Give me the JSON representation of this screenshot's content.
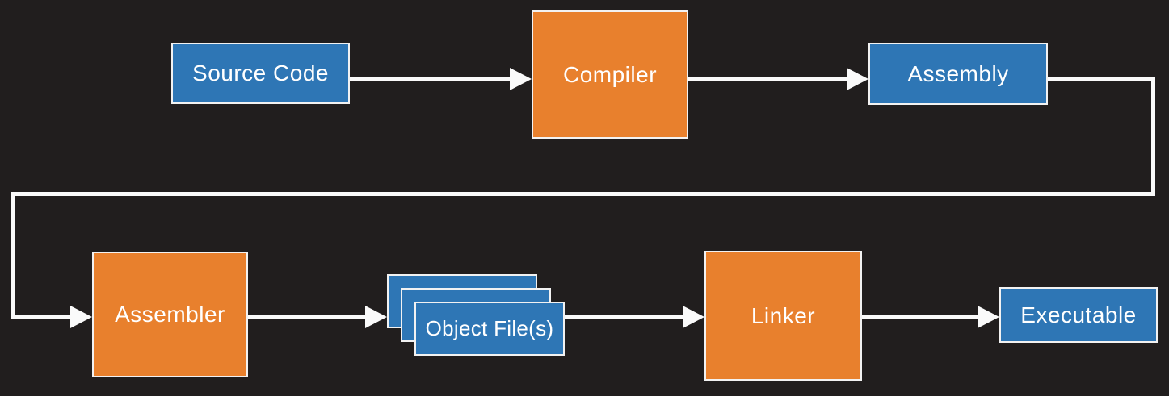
{
  "diagram": {
    "background": "#211e1e",
    "connector_color": "#fafafa",
    "node_colors": {
      "artifact_blue": "#2e76b5",
      "process_orange": "#e8802d"
    },
    "nodes": [
      {
        "id": "source-code",
        "label": "Source Code",
        "role": "artifact"
      },
      {
        "id": "compiler",
        "label": "Compiler",
        "role": "process"
      },
      {
        "id": "assembly",
        "label": "Assembly",
        "role": "artifact"
      },
      {
        "id": "assembler",
        "label": "Assembler",
        "role": "process"
      },
      {
        "id": "object-files",
        "label": "Object File(s)",
        "role": "artifact"
      },
      {
        "id": "linker",
        "label": "Linker",
        "role": "process"
      },
      {
        "id": "executable",
        "label": "Executable",
        "role": "artifact"
      }
    ],
    "edges": [
      {
        "from": "source-code",
        "to": "compiler"
      },
      {
        "from": "compiler",
        "to": "assembly"
      },
      {
        "from": "assembly",
        "to": "assembler"
      },
      {
        "from": "assembler",
        "to": "object-files"
      },
      {
        "from": "object-files",
        "to": "linker"
      },
      {
        "from": "linker",
        "to": "executable"
      }
    ]
  }
}
